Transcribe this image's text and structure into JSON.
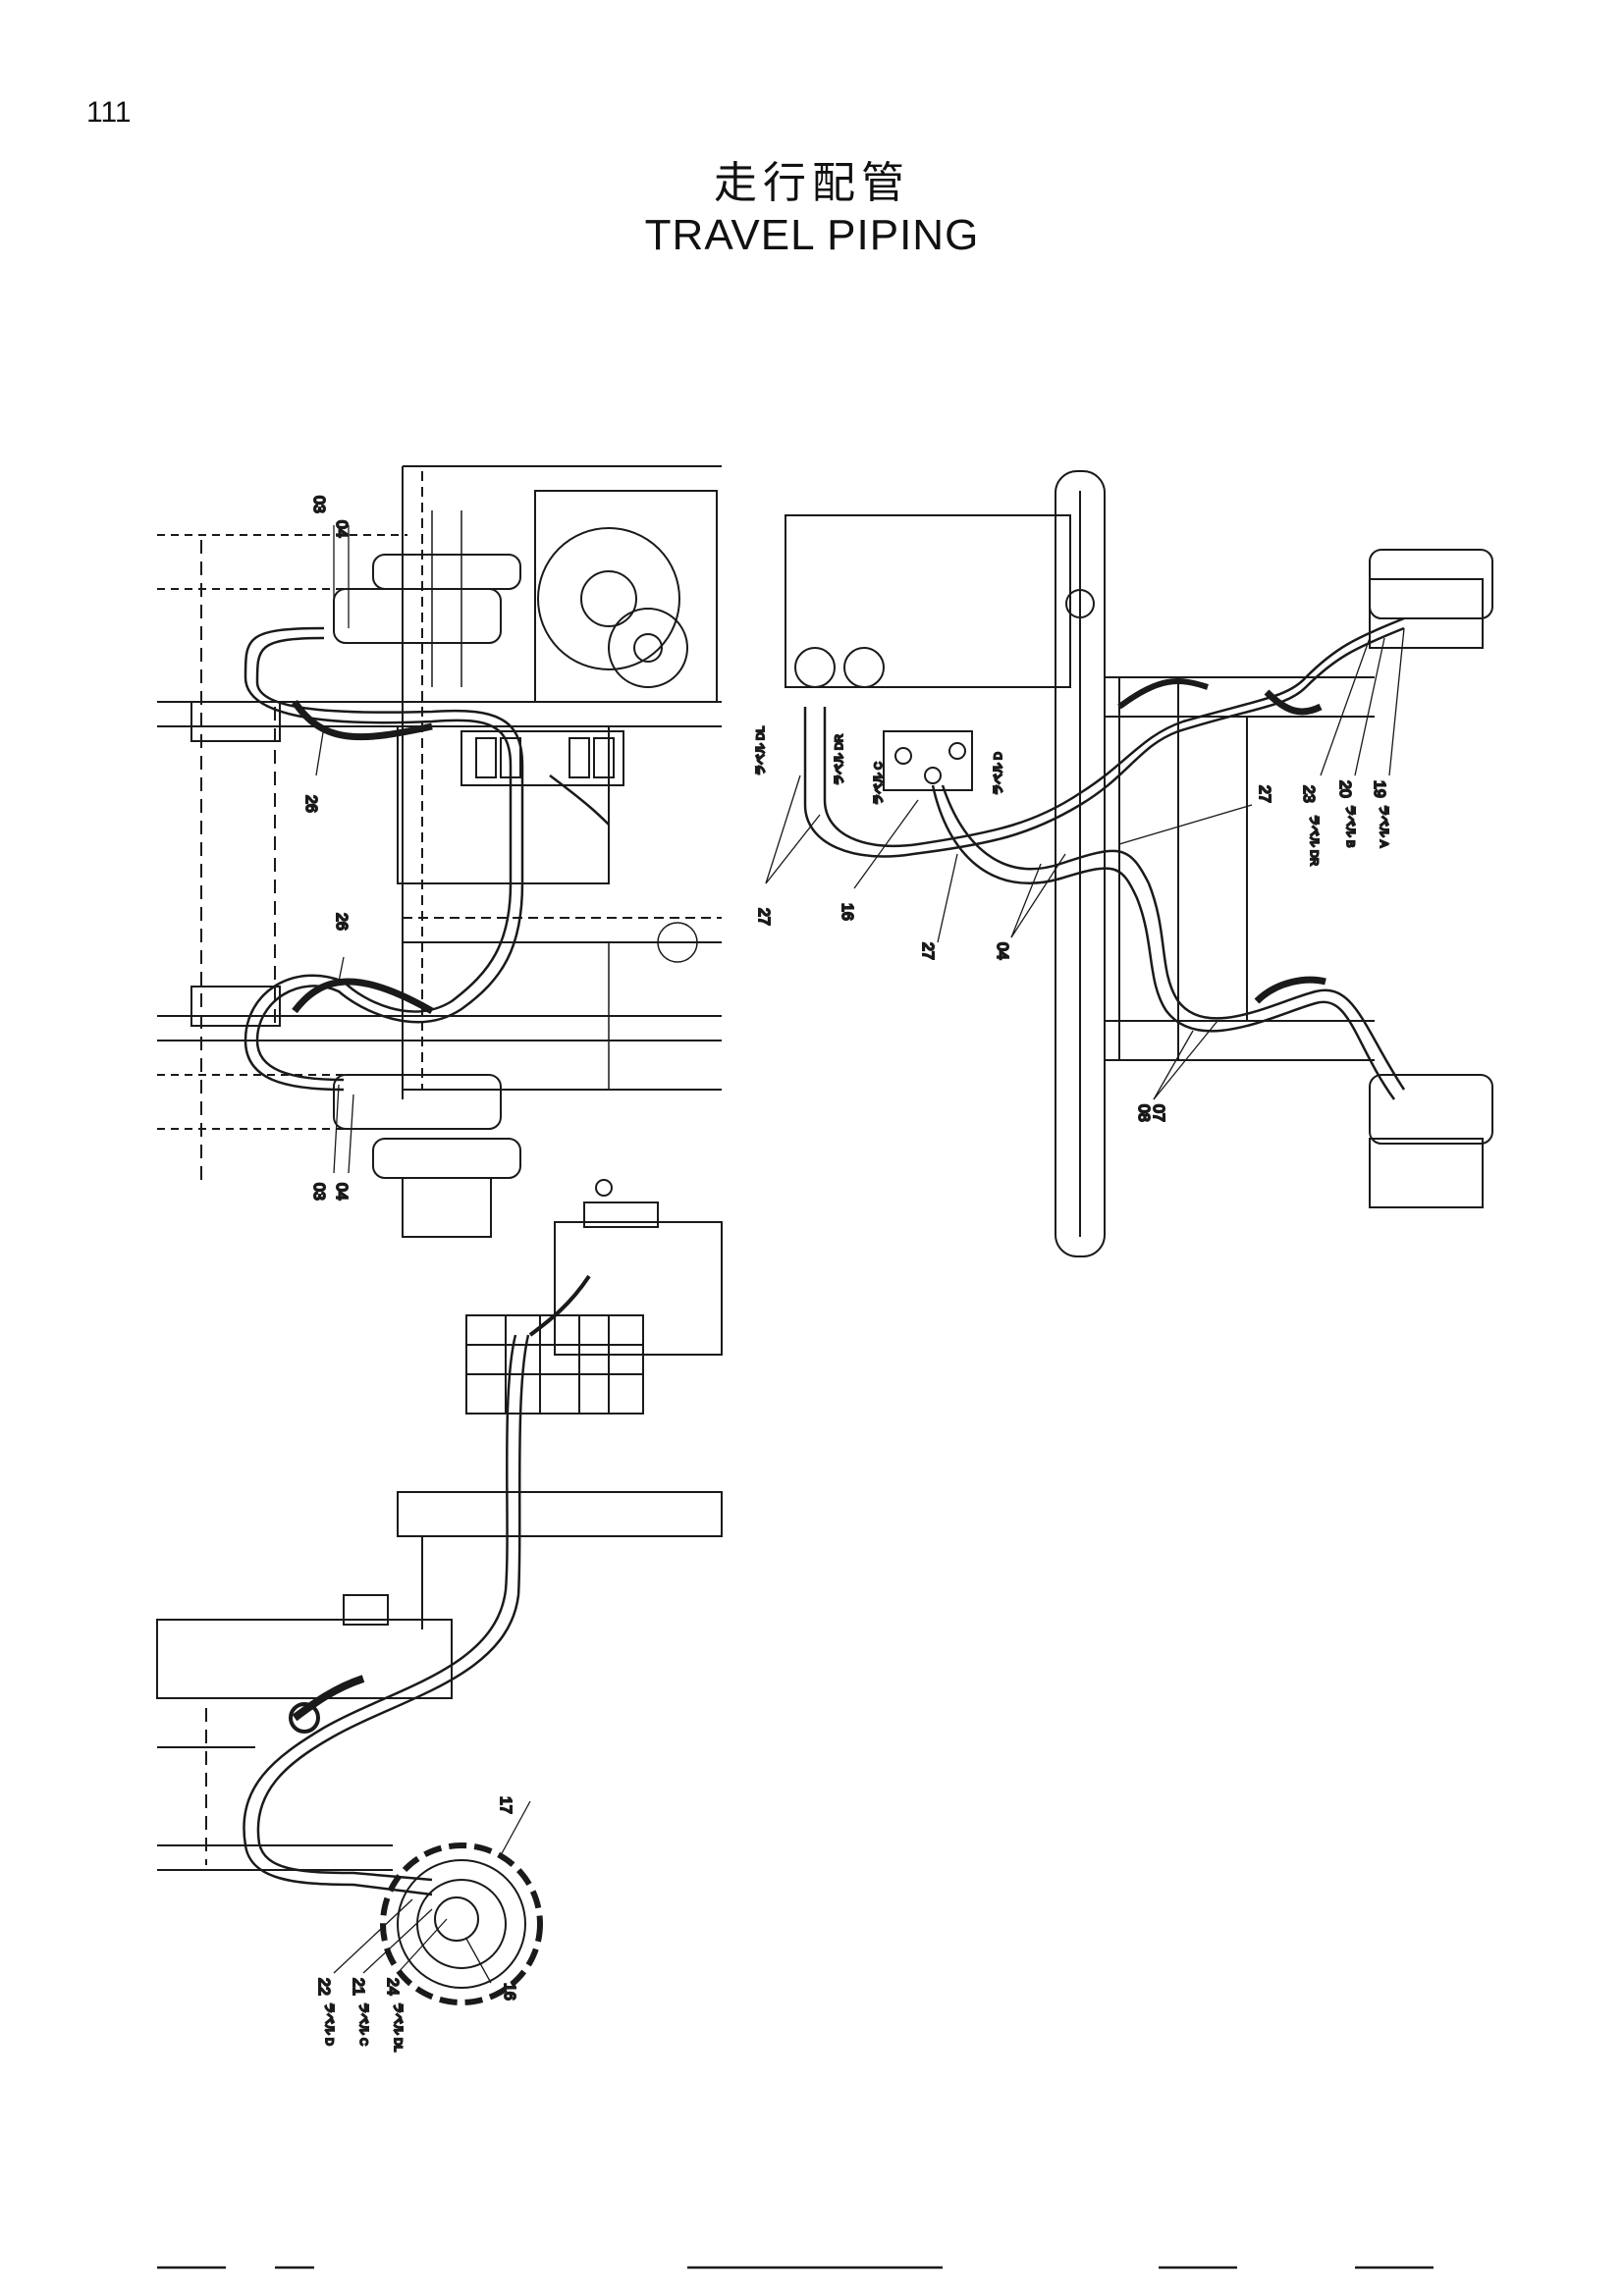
{
  "page_number": "111",
  "title_ja": "走行配管",
  "title_en": "TRAVEL PIPING",
  "callouts": {
    "c03_top": "03",
    "c04_top": "04",
    "c26_a": "26",
    "c26_b": "26",
    "c03_bot": "03",
    "c04_bot": "04",
    "c27_a": "27",
    "c16_a": "16",
    "c27_b": "27",
    "c04_c": "04",
    "c27_c": "27",
    "c23": "23",
    "c20": "20",
    "c19": "19",
    "c08": "08",
    "c07": "07",
    "c17": "17",
    "c16_b": "16",
    "c22": "22",
    "c21": "21",
    "c24": "24"
  },
  "tags": {
    "t_dl": "ラベル DL",
    "t_dr": "ラベル DR",
    "t_c": "ラベル C",
    "t_d": "ラベル D",
    "t_23": "ラベル DR",
    "t_20": "ラベル B",
    "t_19": "ラベル A",
    "t_22": "ラベル D",
    "t_21": "ラベル C",
    "t_24": "ラベル DL"
  }
}
